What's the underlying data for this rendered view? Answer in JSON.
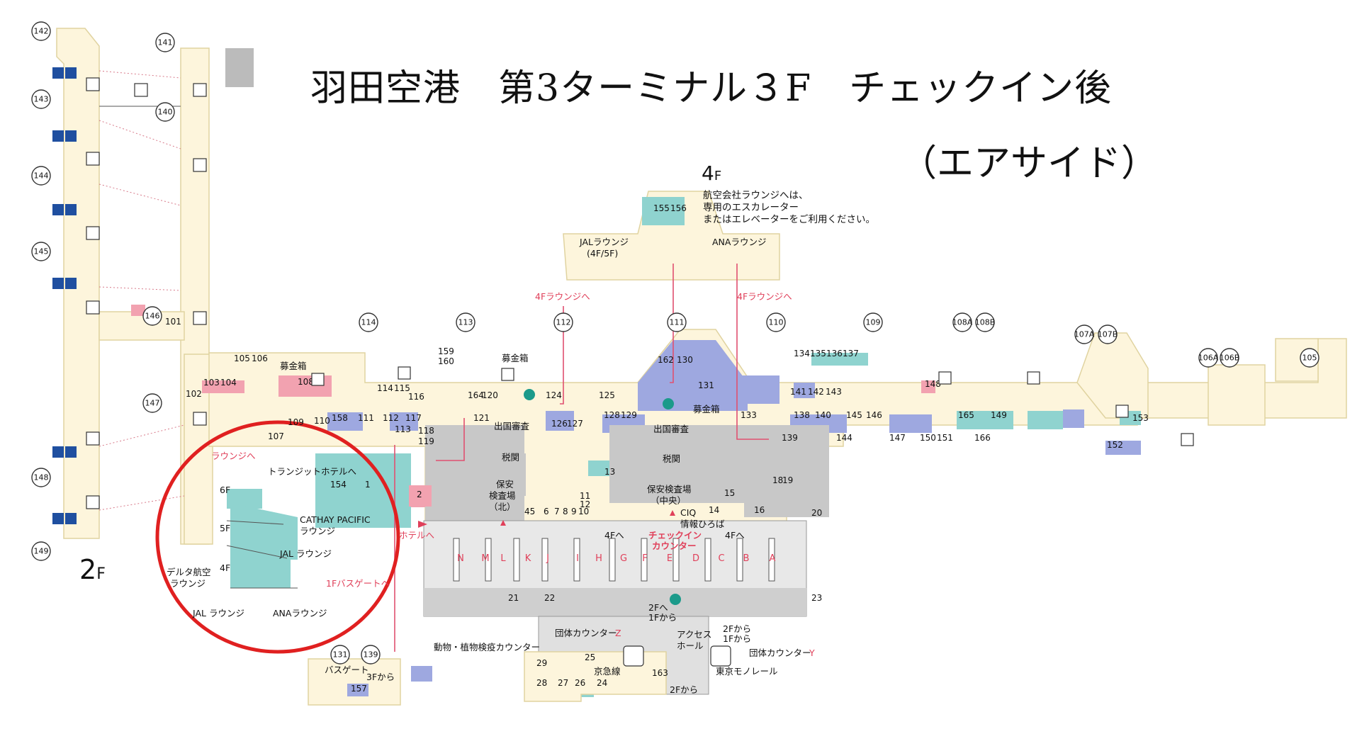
{
  "map": {
    "title_line1": "羽田空港　第3ターミナル３F　チェックイン後",
    "title_line2": "（エアサイド）",
    "floor_4f": {
      "prefix": "4",
      "suffix": "F",
      "note": [
        "航空会社ラウンジへは、",
        "専用のエスカレーター",
        "またはエレベーターをご利用ください。"
      ]
    },
    "floor_2f": {
      "prefix": "2",
      "suffix": "F"
    },
    "colors": {
      "corridor": "#fdf5dc",
      "corridor_edge": "#e6d9a8",
      "teal": "#8fd3cf",
      "indigo": "#9ea8e0",
      "security": "#c8c8c8",
      "pink": "#f2a2b0",
      "accent": "#e0405a",
      "lounge_ring": "#e02020"
    },
    "gates": [
      {
        "id": "gate-142",
        "label": "142"
      },
      {
        "id": "gate-141",
        "label": "141"
      },
      {
        "id": "gate-143",
        "label": "143"
      },
      {
        "id": "gate-140",
        "label": "140"
      },
      {
        "id": "gate-144",
        "label": "144"
      },
      {
        "id": "gate-145",
        "label": "145"
      },
      {
        "id": "gate-146",
        "label": "146"
      },
      {
        "id": "gate-147",
        "label": "147"
      },
      {
        "id": "gate-148",
        "label": "148"
      },
      {
        "id": "gate-149",
        "label": "149"
      },
      {
        "id": "gate-114",
        "label": "114"
      },
      {
        "id": "gate-113",
        "label": "113"
      },
      {
        "id": "gate-112",
        "label": "112"
      },
      {
        "id": "gate-111",
        "label": "111"
      },
      {
        "id": "gate-110",
        "label": "110"
      },
      {
        "id": "gate-109",
        "label": "109"
      },
      {
        "id": "gate-108a",
        "label": "108A"
      },
      {
        "id": "gate-108b",
        "label": "108B"
      },
      {
        "id": "gate-107a",
        "label": "107A"
      },
      {
        "id": "gate-107b",
        "label": "107B"
      },
      {
        "id": "gate-106a",
        "label": "106A"
      },
      {
        "id": "gate-106b",
        "label": "106B"
      },
      {
        "id": "gate-105",
        "label": "105"
      },
      {
        "id": "gate-131",
        "label": "131"
      },
      {
        "id": "gate-139",
        "label": "139"
      }
    ],
    "shops": [
      "101",
      "102",
      "103",
      "104",
      "105",
      "106",
      "107",
      "108",
      "109",
      "110",
      "111",
      "112",
      "113",
      "114",
      "115",
      "116",
      "117",
      "118",
      "119",
      "120",
      "121",
      "124",
      "125",
      "126",
      "127",
      "128",
      "129",
      "130",
      "131",
      "133",
      "134",
      "135",
      "136",
      "137",
      "138",
      "139",
      "140",
      "141",
      "142",
      "143",
      "144",
      "145",
      "146",
      "147",
      "148",
      "149",
      "150",
      "151",
      "152",
      "153",
      "154",
      "155",
      "156",
      "157",
      "158",
      "159",
      "160",
      "162",
      "163",
      "164",
      "165",
      "166",
      "1",
      "2",
      "6",
      "7",
      "8",
      "9",
      "10",
      "11",
      "12",
      "13",
      "14",
      "15",
      "16",
      "18",
      "19",
      "20",
      "21",
      "22",
      "23",
      "24",
      "25",
      "26",
      "27",
      "28",
      "29",
      "45"
    ],
    "labels": {
      "donation_box_1": "募金箱",
      "donation_box_2": "募金箱",
      "donation_box_3": "募金箱",
      "departure_north": "出国審査",
      "departure_central": "出国審査",
      "customs_north": "税関",
      "customs_central": "税関",
      "security_north_1": "保安",
      "security_north_2": "検査場",
      "security_north_3": "（北）",
      "security_central_1": "保安検査場",
      "security_central_2": "（中央）",
      "ciq": "CIQ",
      "info_plaza": "情報ひろば",
      "to_4f_left": "4Fへ",
      "to_4f_right": "4Fへ",
      "checkin_1": "チェックイン",
      "checkin_2": "カウンター",
      "to_4f_lounge_left": "4Fラウンジへ",
      "to_4f_lounge_right": "4Fラウンジへ",
      "jal_lounge_4f5f_1": "JALラウンジ",
      "jal_lounge_4f5f_2": "(4F/5F)",
      "ana_lounge_4f": "ANAラウンジ",
      "to_lounge": "ラウンジへ",
      "to_transit_hotel": "トランジットホテルへ",
      "to_hotel": "ホテルへ",
      "to_1f_bus_gate": "1Fバスゲートへ",
      "floor_6f": "6F",
      "floor_5f": "5F",
      "floor_4f_small": "4F",
      "cathay_1": "CATHAY PACIFIC",
      "cathay_2": "ラウンジ",
      "jal_lounge_5f": "JAL ラウンジ",
      "delta_1": "デルタ航空",
      "delta_2": "ラウンジ",
      "jal_lounge_4f": "JAL ラウンジ",
      "ana_lounge": "ANAラウンジ",
      "to_2f_1": "2Fへ",
      "to_2f_2": "1Fから",
      "from_2f_1": "2Fから",
      "from_2f_2": "1Fから",
      "access_hall_1": "アクセス",
      "access_hall_2": "ホール",
      "group_counter_z": "団体カウンター",
      "group_counter_z_letter": "Z",
      "group_counter_y": "団体カウンター",
      "group_counter_y_letter": "Y",
      "quarantine_counter": "動物・植物検疫カウンター",
      "keikyu": "京急線",
      "monorail": "東京モノレール",
      "from_2f_bottom": "2Fから",
      "bus_gate": "バスゲート",
      "from_3f": "3Fから"
    },
    "counters": [
      "N",
      "M",
      "L",
      "K",
      "J",
      "I",
      "H",
      "G",
      "F",
      "E",
      "D",
      "C",
      "B",
      "A"
    ]
  }
}
